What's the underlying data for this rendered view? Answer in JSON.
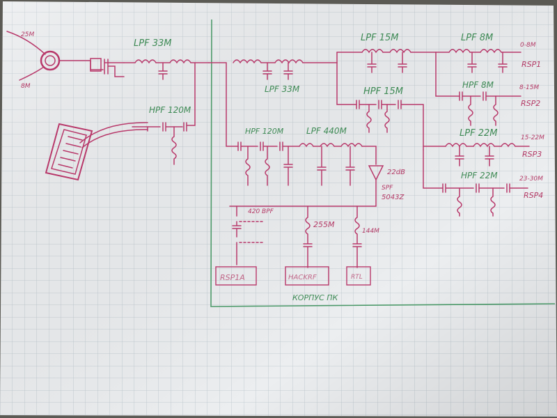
{
  "colors": {
    "paper": "#eceef0",
    "grid": "#b9c4cc",
    "pencil_red": "#b8386a",
    "pen_green": "#3e8a55",
    "box_outline": "#4d9a6a"
  },
  "labels": {
    "ant_25m": "25M",
    "ant_8m": "8M",
    "lpf33_top": "LPF 33M",
    "hpf120_left": "HPF 120M",
    "lpf15": "LPF 15M",
    "lpf8": "LPF 8M",
    "range_rsp1": "0-8M",
    "rsp1": "RSP1",
    "hpf8": "HPF 8M",
    "range_rsp2": "8-15M",
    "rsp2": "RSP2",
    "lpf33_mid": "LPF 33M",
    "hpf15": "HPF 15M",
    "lpf22": "LPF 22M",
    "range_rsp3": "15-22M",
    "rsp3": "RSP3",
    "hpf22": "HPF 22M",
    "range_rsp4": "23-30M",
    "rsp4": "RSP4",
    "hpf120_mid": "HPF 120M",
    "lpf440": "LPF 440M",
    "gain": "22dB",
    "amp_part_1": "SPF",
    "amp_part_2": "5043Z",
    "bpf420": "420 BPF",
    "f255": "255M",
    "f144": "144M",
    "rsp1a": "RSP1A",
    "hackrf": "HACKRF",
    "rtl": "RTL",
    "enclosure": "КОРПУС ПК"
  }
}
